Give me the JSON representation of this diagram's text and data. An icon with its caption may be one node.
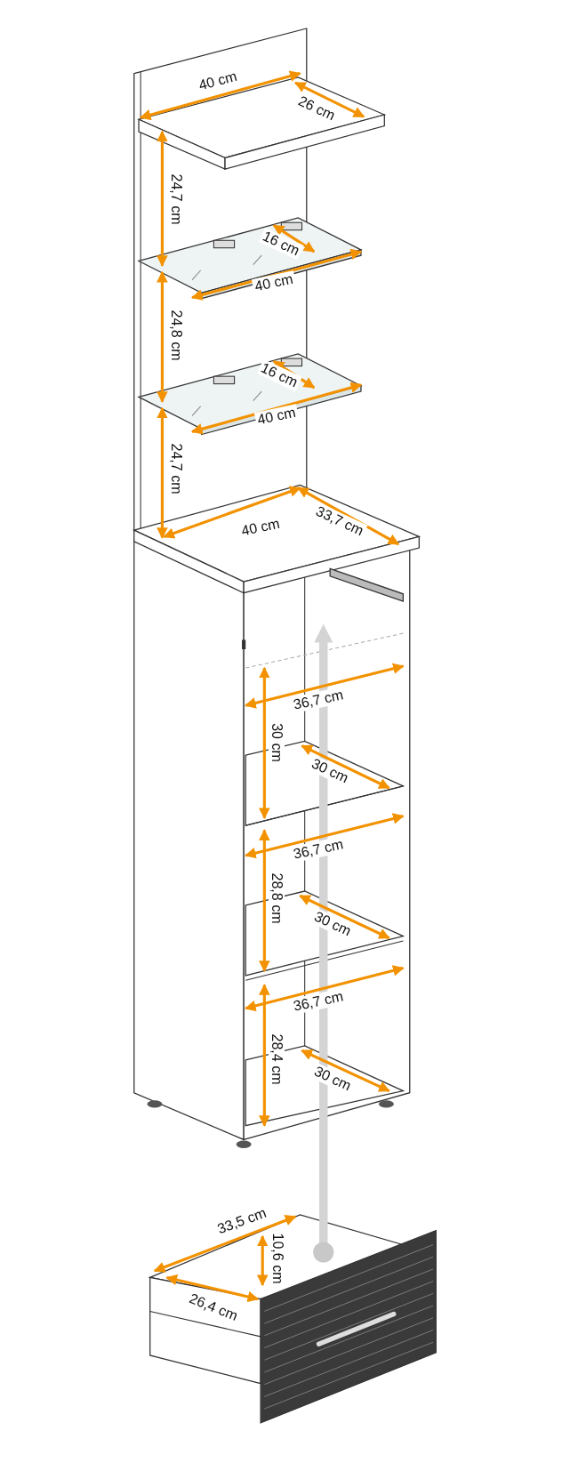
{
  "diagram": {
    "labels": [
      "40 cm",
      "26 cm",
      "24,7 cm",
      "16 cm",
      "40 cm",
      "24,8 cm",
      "16 cm",
      "40 cm",
      "24,7 cm",
      "40 cm",
      "33,7 cm",
      "36,7 cm",
      "30 cm",
      "30 cm",
      "36,7 cm",
      "28,8 cm",
      "30 cm",
      "36,7 cm",
      "28,4 cm",
      "30 cm",
      "33,5 cm",
      "10,6 cm",
      "26,4 cm"
    ]
  }
}
